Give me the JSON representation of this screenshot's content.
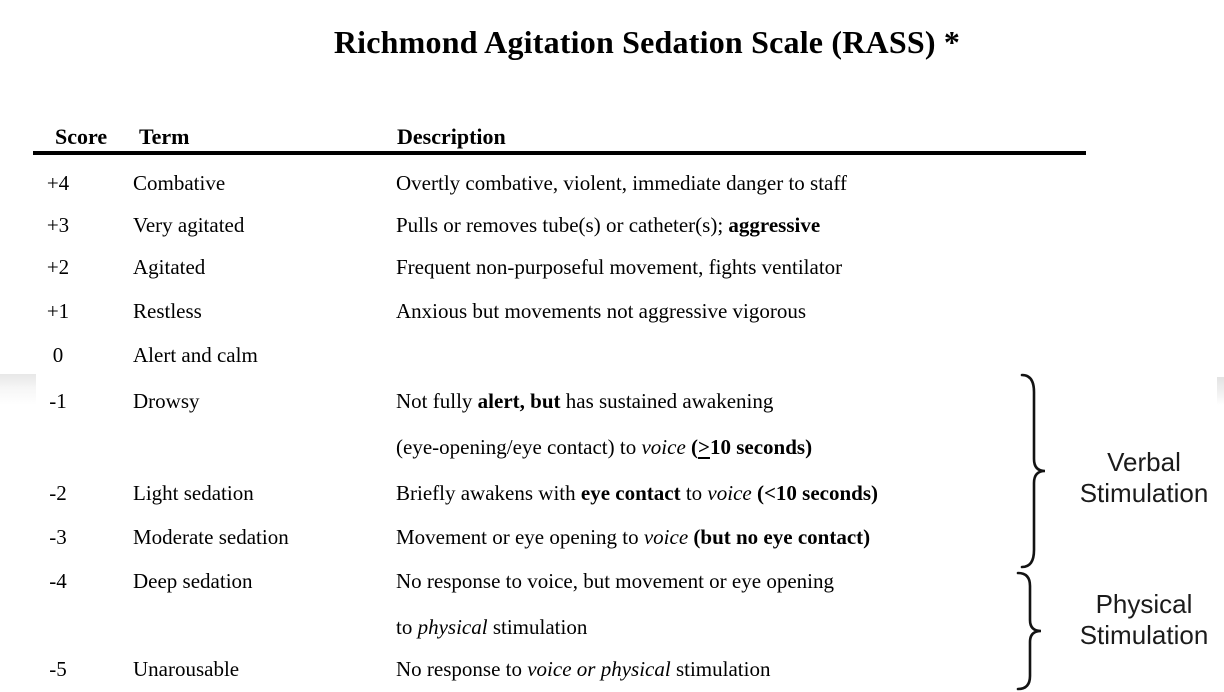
{
  "page": {
    "background": "#ffffff",
    "text_color": "#000000",
    "rule_color": "#000000"
  },
  "title": "Richmond Agitation Sedation Scale (RASS) *",
  "table": {
    "headers": [
      "Score",
      "Term",
      "Description"
    ],
    "rows": [
      {
        "score": "+4",
        "term": "Combative",
        "description": [
          [
            {
              "t": "Overtly combative, violent, immediate danger to staff",
              "s": "r"
            }
          ]
        ]
      },
      {
        "score": "+3",
        "term": "Very agitated",
        "description": [
          [
            {
              "t": "Pulls or removes tube(s) or catheter(s); ",
              "s": "r"
            },
            {
              "t": "aggressive",
              "s": "b"
            }
          ]
        ]
      },
      {
        "score": "+2",
        "term": "Agitated",
        "description": [
          [
            {
              "t": "Frequent non-purposeful movement, fights ventilator",
              "s": "r"
            }
          ]
        ]
      },
      {
        "score": "+1",
        "term": "Restless",
        "description": [
          [
            {
              "t": "Anxious but movements not aggressive vigorous",
              "s": "r"
            }
          ]
        ]
      },
      {
        "score": "0",
        "term": "Alert and calm",
        "description": []
      },
      {
        "score": "-1",
        "term": "Drowsy",
        "description": [
          [
            {
              "t": "Not fully ",
              "s": "r"
            },
            {
              "t": "alert, but",
              "s": "b"
            },
            {
              "t": " has sustained awakening",
              "s": "r"
            }
          ],
          [
            {
              "t": "(eye-opening/eye contact) to ",
              "s": "r"
            },
            {
              "t": "voice",
              "s": "i"
            },
            {
              "t": " (",
              "s": "b"
            },
            {
              "t": ">",
              "s": "bu"
            },
            {
              "t": "10 seconds)",
              "s": "b"
            }
          ]
        ]
      },
      {
        "score": "-2",
        "term": "Light sedation",
        "description": [
          [
            {
              "t": "Briefly awakens with ",
              "s": "r"
            },
            {
              "t": "eye contact",
              "s": "b"
            },
            {
              "t": " to ",
              "s": "r"
            },
            {
              "t": "voice",
              "s": "i"
            },
            {
              "t": " ",
              "s": "r"
            },
            {
              "t": "(<10 seconds)",
              "s": "b"
            }
          ]
        ]
      },
      {
        "score": "-3",
        "term": "Moderate sedation",
        "description": [
          [
            {
              "t": "Movement or eye opening to ",
              "s": "r"
            },
            {
              "t": "voice",
              "s": "i"
            },
            {
              "t": " ",
              "s": "r"
            },
            {
              "t": "(but no eye contact)",
              "s": "b"
            }
          ]
        ]
      },
      {
        "score": "-4",
        "term": "Deep sedation",
        "description": [
          [
            {
              "t": "No response to voice, but movement or eye opening",
              "s": "r"
            }
          ],
          [
            {
              "t": "to ",
              "s": "r"
            },
            {
              "t": "physical",
              "s": "i"
            },
            {
              "t": " stimulation",
              "s": "r"
            }
          ]
        ]
      },
      {
        "score": "-5",
        "term": "Unarousable",
        "description": [
          [
            {
              "t": "No response to ",
              "s": "r"
            },
            {
              "t": "voice or physical",
              "s": "i"
            },
            {
              "t": " stimulation",
              "s": "r"
            }
          ]
        ]
      }
    ]
  },
  "annotations": [
    {
      "name": "verbal-stimulation",
      "lines": [
        "Verbal",
        "Stimulation"
      ]
    },
    {
      "name": "physical-stimulation",
      "lines": [
        "Physical",
        "Stimulation"
      ]
    }
  ]
}
